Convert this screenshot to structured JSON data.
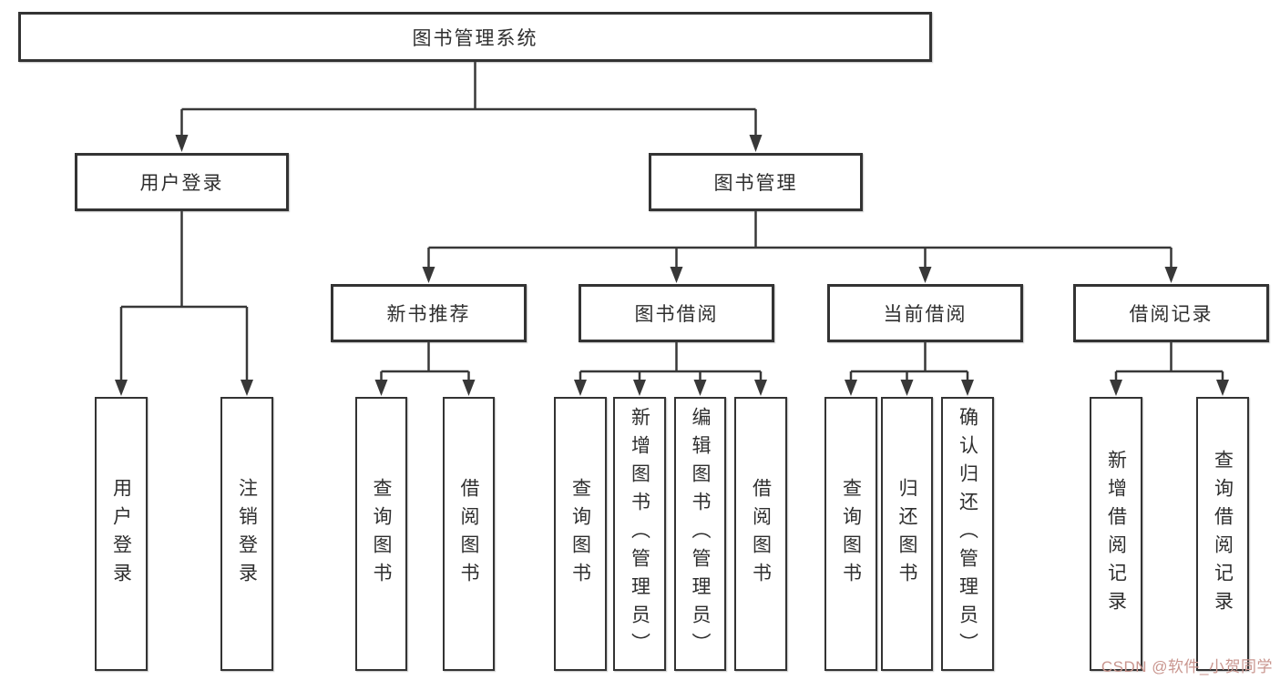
{
  "tree": {
    "root": {
      "label": "图书管理系统"
    },
    "branches": [
      {
        "label": "用户登录",
        "children": [
          {
            "label": "用户登录"
          },
          {
            "label": "注销登录"
          }
        ]
      },
      {
        "label": "图书管理",
        "sections": [
          {
            "label": "新书推荐",
            "children": [
              {
                "label": "查询图书"
              },
              {
                "label": "借阅图书"
              }
            ]
          },
          {
            "label": "图书借阅",
            "children": [
              {
                "label": "查询图书"
              },
              {
                "label": "新增图书（管理员）"
              },
              {
                "label": "编辑图书（管理员）"
              },
              {
                "label": "借阅图书"
              }
            ]
          },
          {
            "label": "当前借阅",
            "children": [
              {
                "label": "查询图书"
              },
              {
                "label": "归还图书"
              },
              {
                "label": "确认归还（管理员）"
              }
            ]
          },
          {
            "label": "借阅记录",
            "children": [
              {
                "label": "新增借阅记录"
              },
              {
                "label": "查询借阅记录"
              }
            ]
          }
        ]
      }
    ]
  },
  "watermark": {
    "text": "CSDN @软件_小贺同学"
  },
  "colors": {
    "line": "#383838",
    "box_border": "#333333",
    "text": "#2f2f2f",
    "watermark": "#c9968f",
    "background": "#ffffff"
  }
}
